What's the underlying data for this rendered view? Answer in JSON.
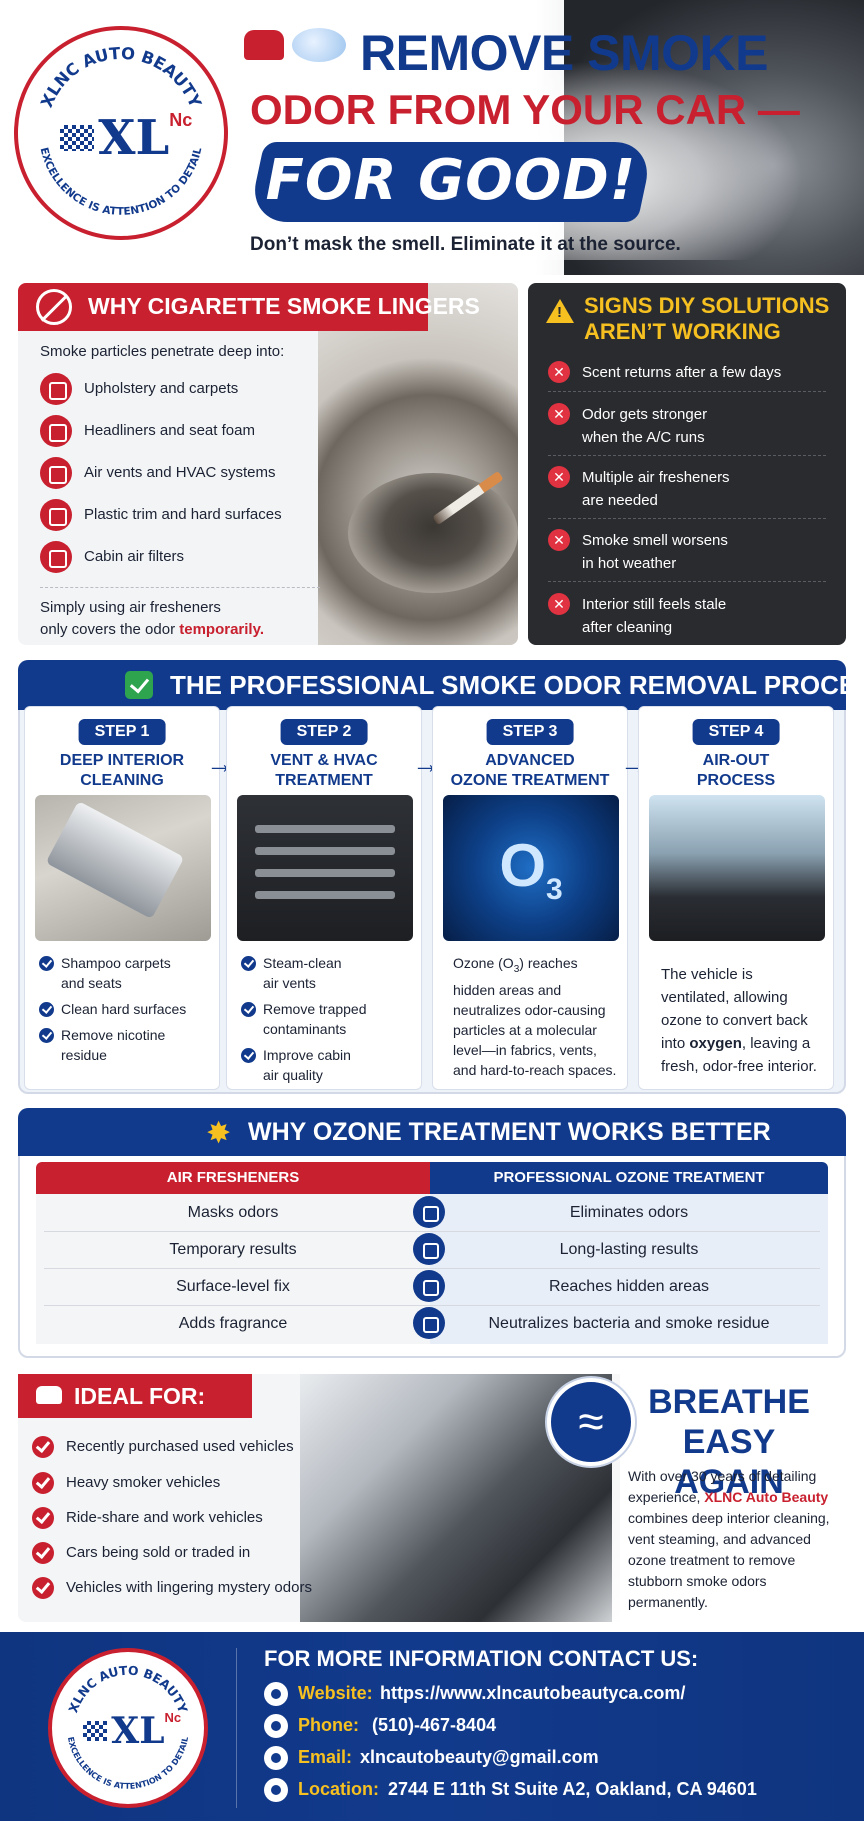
{
  "header": {
    "logo": {
      "arc_top": "XLNC AUTO BEAUTY",
      "arc_bottom": "EXCELLENCE IS ATTENTION TO DETAIL",
      "mark": "XL",
      "mark_sup": "Nc"
    },
    "title_line1": "REMOVE SMOKE",
    "title_line2": "ODOR FROM YOUR CAR —",
    "title_line3": "FOR GOOD!",
    "tagline": "Don’t mask the smell. Eliminate it at the source."
  },
  "why": {
    "title": "WHY CIGARETTE SMOKE LINGERS",
    "intro": "Smoke particles penetrate deep into:",
    "items": [
      "Upholstery and carpets",
      "Headliners and seat foam",
      "Air vents and HVAC systems",
      "Plastic trim and hard surfaces",
      "Cabin air filters"
    ],
    "note_line1": "Simply using air fresheners",
    "note_line2": "only covers the odor ",
    "note_emphasis": "temporarily."
  },
  "diy": {
    "title_line1": "SIGNS DIY SOLUTIONS",
    "title_line2": "AREN’T WORKING",
    "items": [
      [
        "Scent returns after a few days",
        ""
      ],
      [
        "Odor gets stronger",
        "when the A/C runs"
      ],
      [
        "Multiple air fresheners",
        "are needed"
      ],
      [
        "Smoke smell worsens",
        "in hot weather"
      ],
      [
        "Interior still feels stale",
        "after cleaning"
      ]
    ]
  },
  "process": {
    "title": "THE PROFESSIONAL SMOKE ODOR REMOVAL PROCESS",
    "steps": [
      {
        "label": "STEP 1",
        "title1": "DEEP INTERIOR",
        "title2": "CLEANING",
        "bullets": [
          [
            "Shampoo carpets",
            "and seats"
          ],
          [
            "Clean hard surfaces",
            ""
          ],
          [
            "Remove nicotine",
            "residue"
          ]
        ]
      },
      {
        "label": "STEP 2",
        "title1": "VENT & HVAC",
        "title2": "TREATMENT",
        "bullets": [
          [
            "Steam-clean",
            "air vents"
          ],
          [
            "Remove trapped",
            "contaminants"
          ],
          [
            "Improve cabin",
            "air quality"
          ]
        ]
      },
      {
        "label": "STEP 3",
        "title1": "ADVANCED",
        "title2": "OZONE TREATMENT",
        "image_text": "O",
        "image_sub": "3",
        "para": [
          "Ozone (O",
          "3",
          ") reaches",
          "hidden areas and",
          "neutralizes odor-causing",
          "particles at a molecular",
          "level—in fabrics, vents,",
          "and hard-to-reach spaces."
        ]
      },
      {
        "label": "STEP 4",
        "title1": "AIR-OUT",
        "title2": "PROCESS",
        "para": [
          "The vehicle is",
          "ventilated, allowing",
          "ozone to convert back",
          "into ",
          "oxygen",
          ", leaving a",
          "fresh, odor-free interior."
        ]
      }
    ]
  },
  "ozone": {
    "title": "WHY OZONE TREATMENT WORKS BETTER",
    "col_left": "AIR FRESHENERS",
    "col_right": "PROFESSIONAL OZONE TREATMENT",
    "rows": [
      [
        "Masks odors",
        "Eliminates odors",
        "nose-icon"
      ],
      [
        "Temporary results",
        "Long-lasting results",
        "calendar-icon"
      ],
      [
        "Surface-level fix",
        "Reaches hidden areas",
        "layers-icon"
      ],
      [
        "Adds fragrance",
        "Neutralizes bacteria and smoke residue",
        "molecule-icon"
      ]
    ]
  },
  "ideal": {
    "title": "IDEAL FOR:",
    "items": [
      "Recently purchased used vehicles",
      "Heavy smoker vehicles",
      "Ride-share and work vehicles",
      "Cars being sold or traded in",
      "Vehicles with lingering mystery odors"
    ]
  },
  "breathe": {
    "title_line1": "BREATHE",
    "title_line2": "EASY AGAIN",
    "body_pre": "With over 30 years of detailing experience, ",
    "body_brand": "XLNC Auto Beauty",
    "body_post": " combines deep interior cleaning, vent steaming, and advanced ozone treatment to remove stubborn smoke odors permanently."
  },
  "contact": {
    "title": "FOR MORE INFORMATION CONTACT US:",
    "website_label": "Website:",
    "website": "https://www.xlncautobeautyca.com/",
    "phone_label": "Phone:",
    "phone": "(510)-467-8404",
    "email_label": "Email:",
    "email": "xlncautobeauty@gmail.com",
    "location_label": "Location:",
    "location": "2744 E 11th St Suite A2, Oakland, CA 94601"
  },
  "colors": {
    "navy": "#123a8c",
    "red": "#c8202f",
    "yellow": "#f5c020",
    "dark": "#2a2b2f"
  }
}
